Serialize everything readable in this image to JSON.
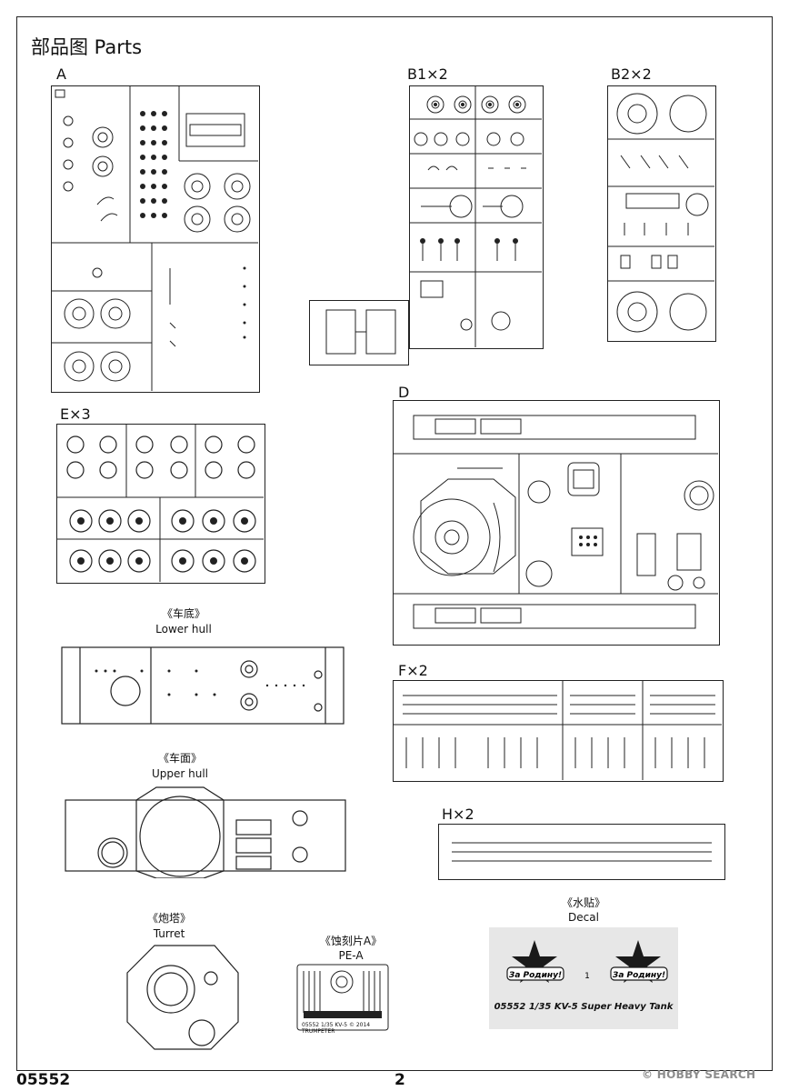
{
  "header": {
    "title": "部品图 Parts"
  },
  "sprues": [
    {
      "id": "A",
      "label": "A"
    },
    {
      "id": "B1",
      "label": "B1×2"
    },
    {
      "id": "B2",
      "label": "B2×2"
    },
    {
      "id": "E",
      "label": "E×3"
    },
    {
      "id": "D",
      "label": "D"
    },
    {
      "id": "F",
      "label": "F×2"
    },
    {
      "id": "H",
      "label": "H×2"
    }
  ],
  "parts": {
    "lower_hull": {
      "cn": "《车底》",
      "en": "Lower hull"
    },
    "upper_hull": {
      "cn": "《车面》",
      "en": "Upper hull"
    },
    "turret": {
      "cn": "《炮塔》",
      "en": "Turret"
    },
    "pe": {
      "cn": "《蚀刻片A》",
      "en": "PE-A"
    },
    "decal": {
      "cn": "《水贴》",
      "en": "Decal"
    }
  },
  "decal_sheet": {
    "slogan": "За Родину!",
    "index": "1",
    "caption": "05552  1/35  KV-5 Super Heavy Tank"
  },
  "pe_sheet": {
    "caption": "05552  1/35 KV-5  © 2014  TRUMPETER"
  },
  "footer": {
    "code": "05552",
    "page": "2",
    "watermark": "© HOBBY SEARCH"
  }
}
